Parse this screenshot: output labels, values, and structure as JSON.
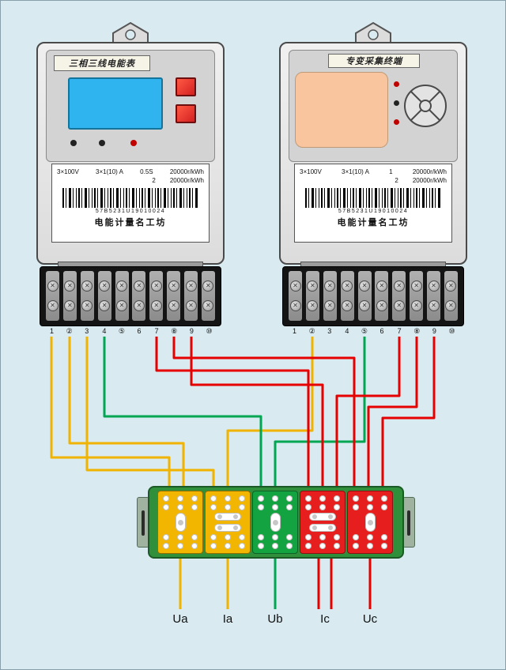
{
  "left_meter": {
    "title": "三相三线电能表",
    "nameplate": {
      "spec_voltage": "3×100V",
      "spec_current": "3×1(10) A",
      "spec_class": "0.5S",
      "spec_constant1": "20000r/kWh",
      "spec_row2_index": "2",
      "spec_constant2": "20000r/kWh",
      "barcode_text": "57B5231U19010024",
      "brand": "电能计量名工坊"
    },
    "terminals": [
      "1",
      "②",
      "3",
      "4",
      "⑤",
      "6",
      "7",
      "⑧",
      "9",
      "⑩"
    ]
  },
  "right_meter": {
    "title": "专变采集终端",
    "nameplate": {
      "spec_voltage": "3×100V",
      "spec_current": "3×1(10) A",
      "spec_class": "1",
      "spec_constant1": "20000r/kWh",
      "spec_row2_index": "2",
      "spec_constant2": "20000r/kWh",
      "barcode_text": "57B5231U19010024",
      "brand": "电能计量名工坊"
    },
    "terminals": [
      "1",
      "②",
      "3",
      "4",
      "⑤",
      "6",
      "7",
      "⑧",
      "9",
      "⑩"
    ]
  },
  "junction_box": {
    "labels": [
      "Ua",
      "Ia",
      "Ub",
      "Ic",
      "Uc"
    ],
    "sections": [
      {
        "name": "ua",
        "color": "#f2b500",
        "feature": "switch"
      },
      {
        "name": "ia",
        "color": "#f2b500",
        "feature": "links"
      },
      {
        "name": "ub",
        "color": "#14a341",
        "feature": "switch"
      },
      {
        "name": "ic",
        "color": "#e61e1e",
        "feature": "links"
      },
      {
        "name": "uc",
        "color": "#e61e1e",
        "feature": "switch"
      }
    ]
  },
  "colors": {
    "background": "#d9eaf0",
    "wire-yellow": "#f0b400",
    "wire-green": "#00a651",
    "wire-red": "#e60000",
    "lcd-cyan": "#2fb4ef",
    "screen-orange": "#f8c59e",
    "button-red": "#d42020",
    "block-green": "#2f8f3a"
  }
}
